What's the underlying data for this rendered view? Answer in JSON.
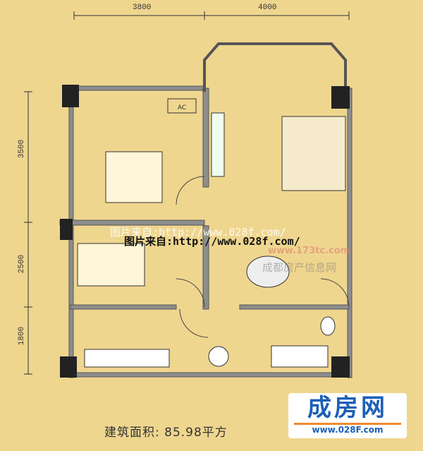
{
  "dimensions": {
    "top": [
      "3800",
      "4000"
    ],
    "left": [
      "3500",
      "2500",
      "1800"
    ]
  },
  "labels": {
    "ac": "AC"
  },
  "watermarks": {
    "source_white": "图片来自:http://www.028f.com/",
    "source_black": "图片来自:http://www.028f.com/",
    "site_url": "www.173tc.com",
    "site_name": "成都房产信息网"
  },
  "footer": {
    "area_text": "建筑面积: 85.98平方"
  },
  "logo": {
    "name": "成房网",
    "url": "www.028F.com"
  },
  "colors": {
    "background": "#efd68f",
    "wall": "#8d8d8d",
    "pillar": "#222222",
    "logo_blue": "#1c5fb8",
    "logo_orange": "#f08a30"
  }
}
